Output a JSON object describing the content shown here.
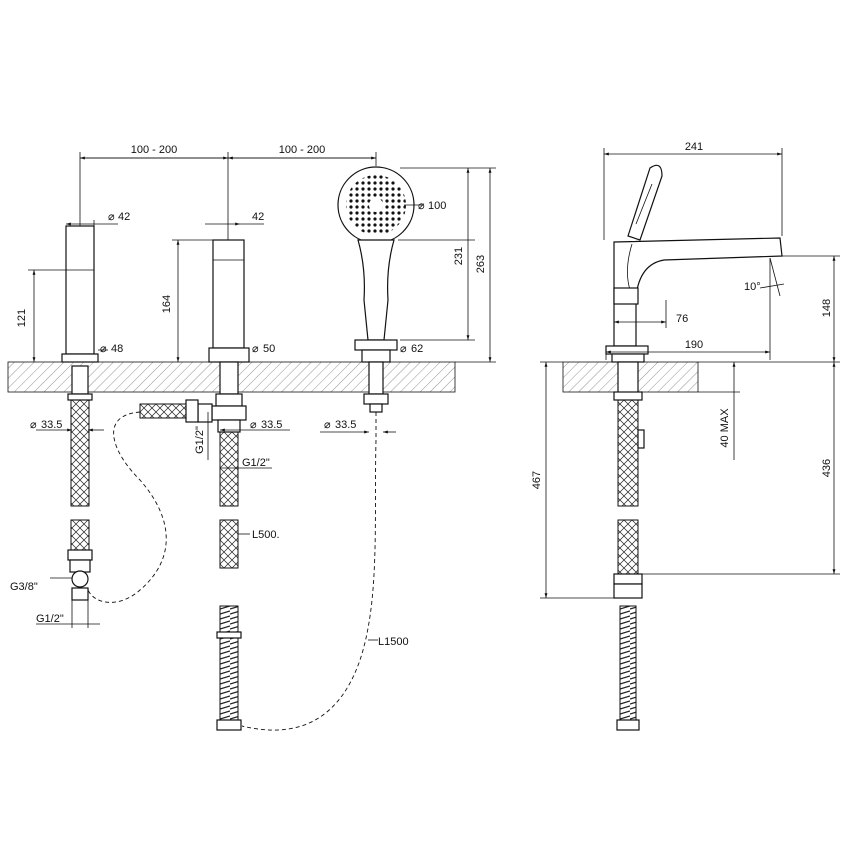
{
  "front_view": {
    "spacing_left": "100 - 200",
    "spacing_right": "100 - 200",
    "handle_diameter": "42",
    "spout_diameter": "42",
    "shower_diameter": "100",
    "handle_height": "121",
    "spout_height": "164",
    "shower_height_231": "231",
    "shower_height_263": "263",
    "handle_base_diameter": "48",
    "spout_base_diameter": "50",
    "shower_base_diameter": "62",
    "handle_hole": "33.5",
    "spout_hole": "33.5",
    "shower_hole": "33.5",
    "spout_inlet_vertical": "G1/2\"",
    "spout_outlet": "G1/2\"",
    "hose_length_short": "L500.",
    "hose_length_long": "L1500",
    "handle_inlet_g38": "G3/8\"",
    "handle_inlet_g12": "G1/2\""
  },
  "side_view": {
    "total_length": "241",
    "spout_projection": "190",
    "base_width": "76",
    "angle": "10°",
    "height": "148",
    "deck_thickness": "40 MAX",
    "depth_467": "467",
    "depth_436": "436"
  }
}
